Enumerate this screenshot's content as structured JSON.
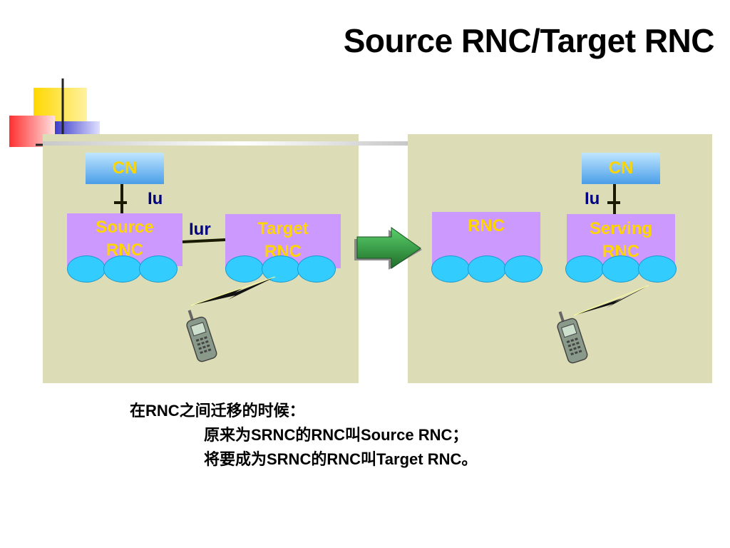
{
  "title": "Source RNC/Target RNC",
  "left_diagram": {
    "cn": "CN",
    "iu": "Iu",
    "iur": "Iur",
    "source_rnc": "Source RNC",
    "target_rnc": "Target RNC"
  },
  "right_diagram": {
    "cn": "CN",
    "iu": "Iu",
    "rnc": "RNC",
    "serving_rnc": "Serving RNC"
  },
  "notes": {
    "line1": "在RNC之间迁移的时候：",
    "line2": "原来为SRNC的RNC叫Source RNC；",
    "line3": "将要成为SRNC的RNC叫Target RNC。"
  },
  "colors": {
    "panel": "#dcdcb6",
    "rnc_box": "#cc99ff",
    "cn_box": "#4a9ee8",
    "box_text": "#ffd500",
    "interface_label": "#000080",
    "cell": "#33ccff",
    "arrow": "#2e8b3a"
  }
}
